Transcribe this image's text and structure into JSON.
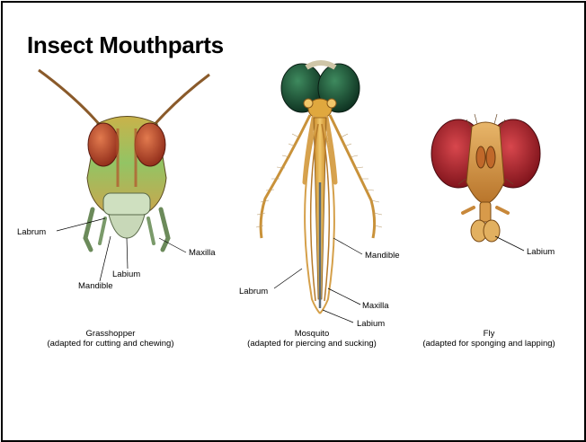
{
  "slide": {
    "title": "Insect Mouthparts"
  },
  "panels": [
    {
      "caption_name": "Grasshopper",
      "caption_note": "(adapted for cutting and chewing)",
      "labels": [
        "Labrum",
        "Maxilla",
        "Labium",
        "Mandible"
      ]
    },
    {
      "caption_name": "Mosquito",
      "caption_note": "(adapted for piercing and sucking)",
      "labels": [
        "Mandible",
        "Labrum",
        "Maxilla",
        "Labium"
      ]
    },
    {
      "caption_name": "Fly",
      "caption_note": "(adapted for sponging and lapping)",
      "labels": [
        "Labium"
      ]
    }
  ],
  "colors": {
    "grasshopper_eye": "#b8442a",
    "grasshopper_face": "#7fb85a",
    "mosquito_eye": "#1f5a3c",
    "fly_eye": "#b0252f"
  }
}
